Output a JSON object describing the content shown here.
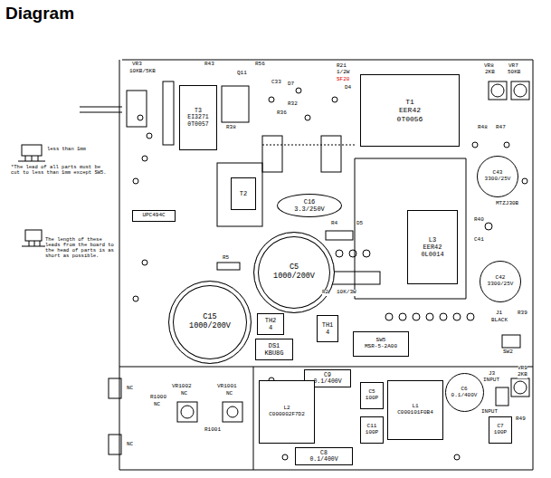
{
  "diagram": {
    "title": "Diagram",
    "nodes": [
      {
        "text": [
          "T3",
          "EI3271",
          "0T0057"
        ]
      },
      {
        "text": [
          "UPC494C"
        ]
      },
      {
        "text": [
          "T2"
        ]
      },
      {
        "text": [
          "T1",
          "EER42",
          "0T0056"
        ]
      },
      {
        "text": [
          "C16",
          "3.3/250V"
        ]
      },
      {
        "text": [
          "C5",
          "1000/200V"
        ]
      },
      {
        "text": [
          "C15",
          "1000/200V"
        ]
      },
      {
        "text": [
          "L3",
          "EER42",
          "0L0014"
        ]
      },
      {
        "text": [
          "C43",
          "3300/25V"
        ]
      },
      {
        "text": [
          "C42",
          "3300/25V"
        ]
      },
      {
        "text": [
          "TH2",
          "4"
        ]
      },
      {
        "text": [
          "DS1",
          "KBU8G"
        ]
      },
      {
        "text": [
          "TH1",
          "4"
        ]
      },
      {
        "text": [
          "SW5",
          "MSR-5-2A00"
        ]
      },
      {
        "text": [
          "C9",
          "0.1/400V"
        ]
      },
      {
        "text": [
          "L2",
          "C000002F7D2"
        ]
      },
      {
        "text": [
          "C5",
          "100P"
        ]
      },
      {
        "text": [
          "C11",
          "100P"
        ]
      },
      {
        "text": [
          "L1",
          "C000101F0B4"
        ]
      },
      {
        "text": [
          "C6",
          "0.1/400V"
        ]
      },
      {
        "text": [
          "C7",
          "100P"
        ]
      },
      {
        "text": [
          "C8",
          "0.1/400V"
        ]
      }
    ],
    "labels": [
      "less than 1mm",
      "*The lead of all parts must be cut to less than 1mm except SW5.",
      "The length of these leads from the board to the head of parts is as short as possible.",
      "VR3",
      "10KB/5KB",
      "R43",
      "Q11",
      "R56",
      "C33",
      "D7",
      "R21",
      "1/2W",
      "SF20",
      "D4",
      "R32",
      "R36",
      "VR8",
      "2KB",
      "VR7",
      "50KB",
      "R48",
      "R47",
      "MTZJ30B",
      "R40",
      "C41",
      "R39",
      "J1",
      "BLACK",
      "SW2",
      "VR9",
      "2KB",
      "J3",
      "INPUT",
      "INPUT",
      "R49",
      "R2",
      "10K/3W",
      "R4",
      "D5",
      "R5",
      "R1000",
      "NC",
      "VR1002",
      "NC",
      "VR1001",
      "NC",
      "R1001",
      "NC",
      "NC",
      "R38"
    ]
  }
}
